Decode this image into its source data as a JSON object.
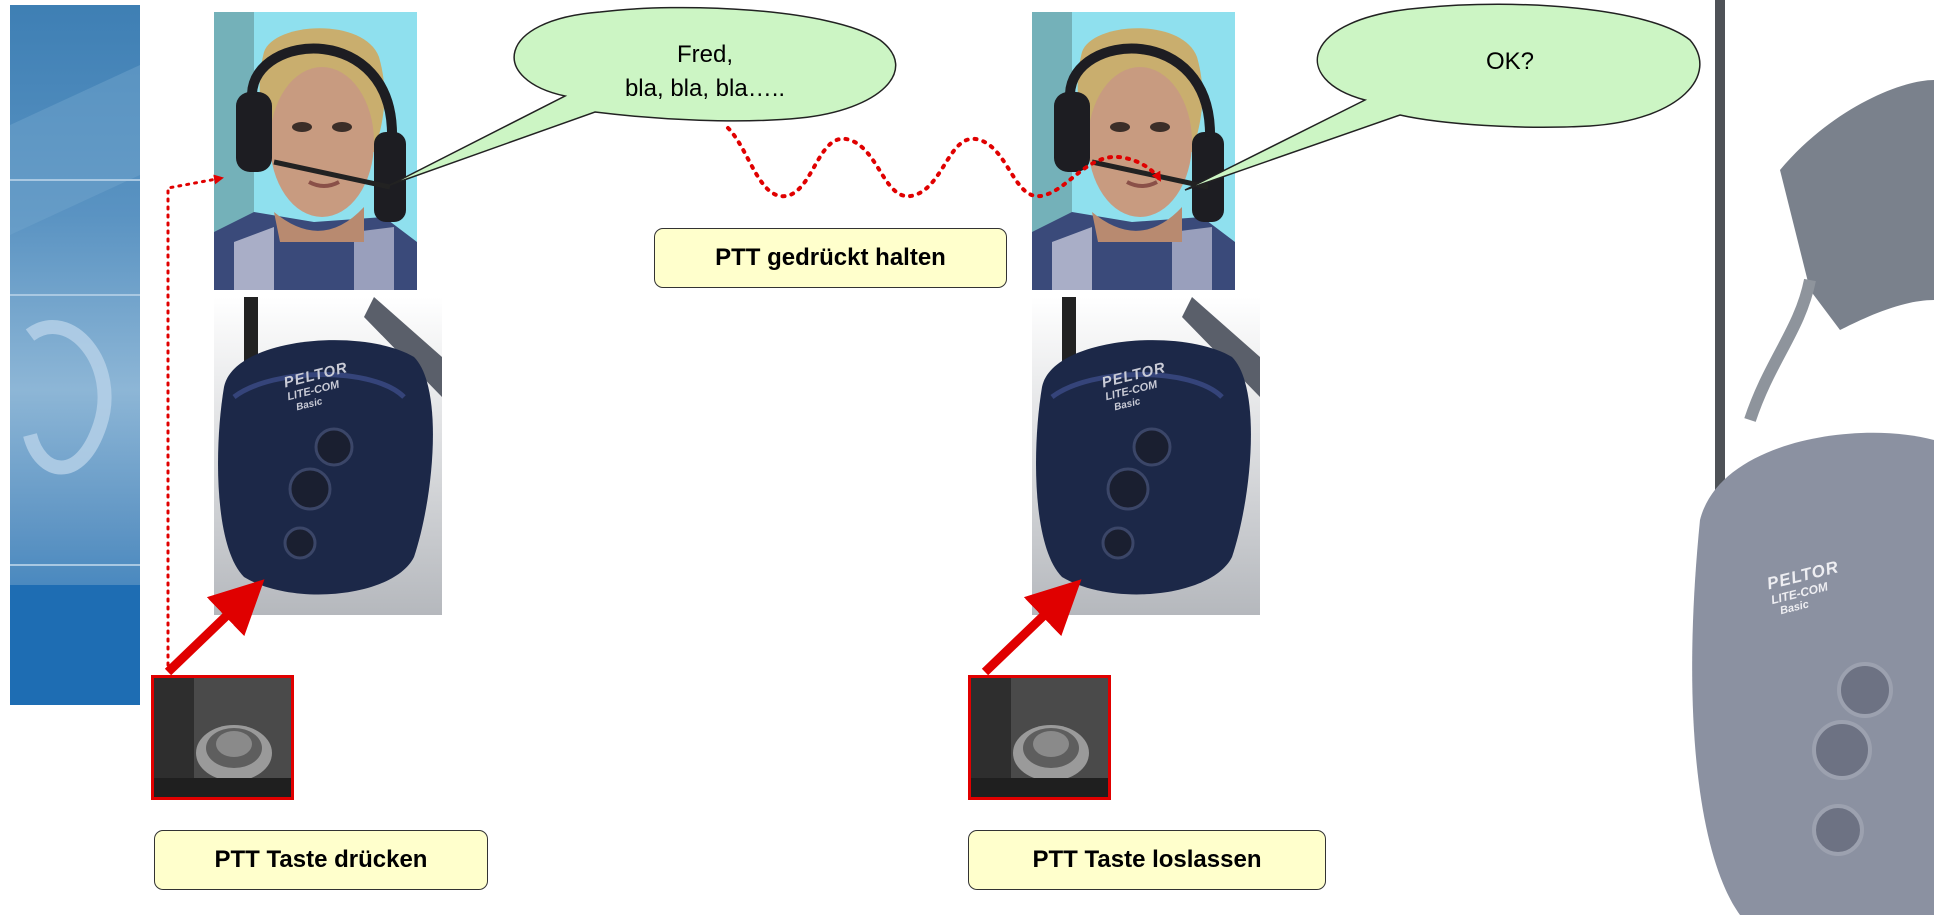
{
  "bubbles": {
    "left_line1": "Fred,",
    "left_line2": "bla, bla, bla…..",
    "right": "OK?"
  },
  "labels": {
    "hold": "PTT gedrückt halten",
    "press": "PTT Taste drücken",
    "release": "PTT Taste loslassen"
  },
  "headset_brand": {
    "line1": "PELTOR",
    "line2": "LITE-COM",
    "line3": "Basic"
  },
  "colors": {
    "bubble_fill": "#ccf5c4",
    "label_fill": "#ffffcc",
    "arrow_red": "#e00000",
    "sky_blue": "#8fe0ee",
    "headset_navy": "#1c2848"
  }
}
